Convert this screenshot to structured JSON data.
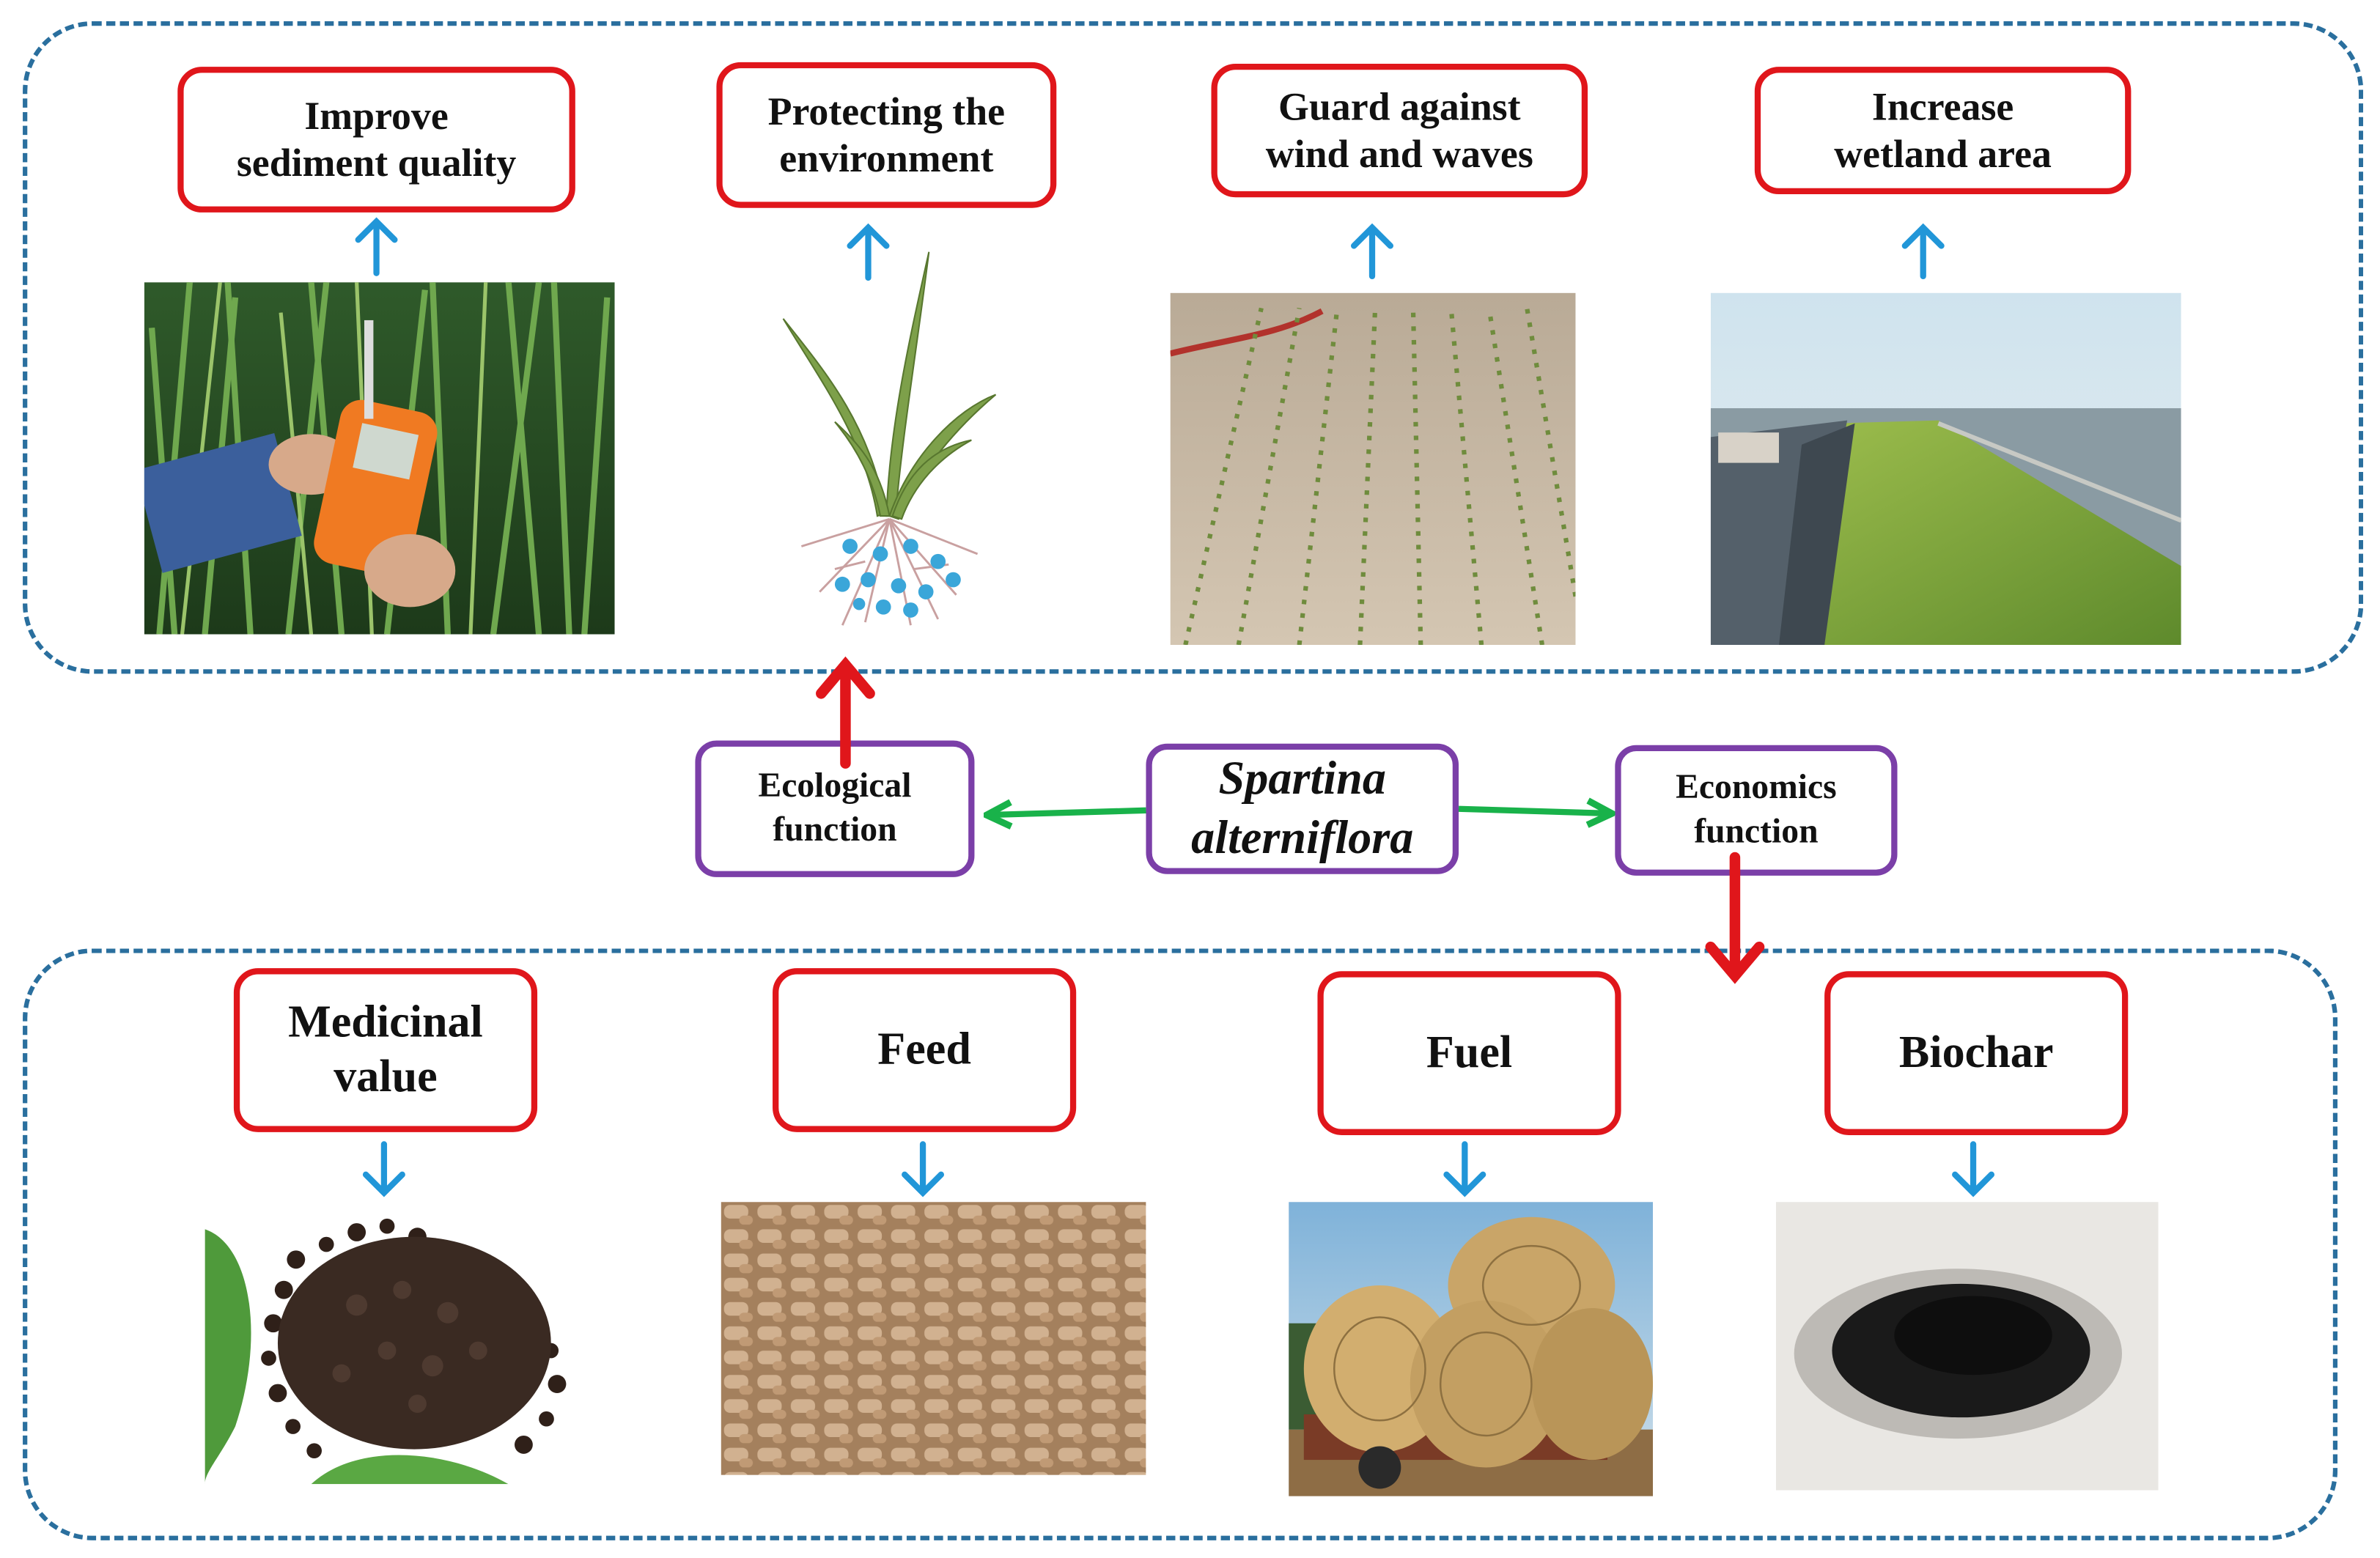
{
  "center": {
    "line1": "Spartina",
    "line2": "alterniflora"
  },
  "ecological": {
    "line1": "Ecological",
    "line2": "function",
    "items": [
      {
        "line1": "Improve",
        "line2": "sediment quality"
      },
      {
        "line1": "Protecting the",
        "line2": "environment"
      },
      {
        "line1": "Guard against",
        "line2": "wind and waves"
      },
      {
        "line1": "Increase",
        "line2": "wetland area"
      }
    ]
  },
  "economics": {
    "line1": "Economics",
    "line2": "function",
    "items": [
      {
        "line1": "Medicinal",
        "line2": "value"
      },
      {
        "line1": "Feed",
        "line2": ""
      },
      {
        "line1": "Fuel",
        "line2": ""
      },
      {
        "line1": "Biochar",
        "line2": ""
      }
    ]
  },
  "colors": {
    "group_border": "#2a6f9e",
    "item_border": "#e0161b",
    "node_border": "#7b3fa8",
    "blue_arrow": "#2196d8",
    "red_arrow": "#e0161b",
    "green_arrow": "#19b24a"
  }
}
